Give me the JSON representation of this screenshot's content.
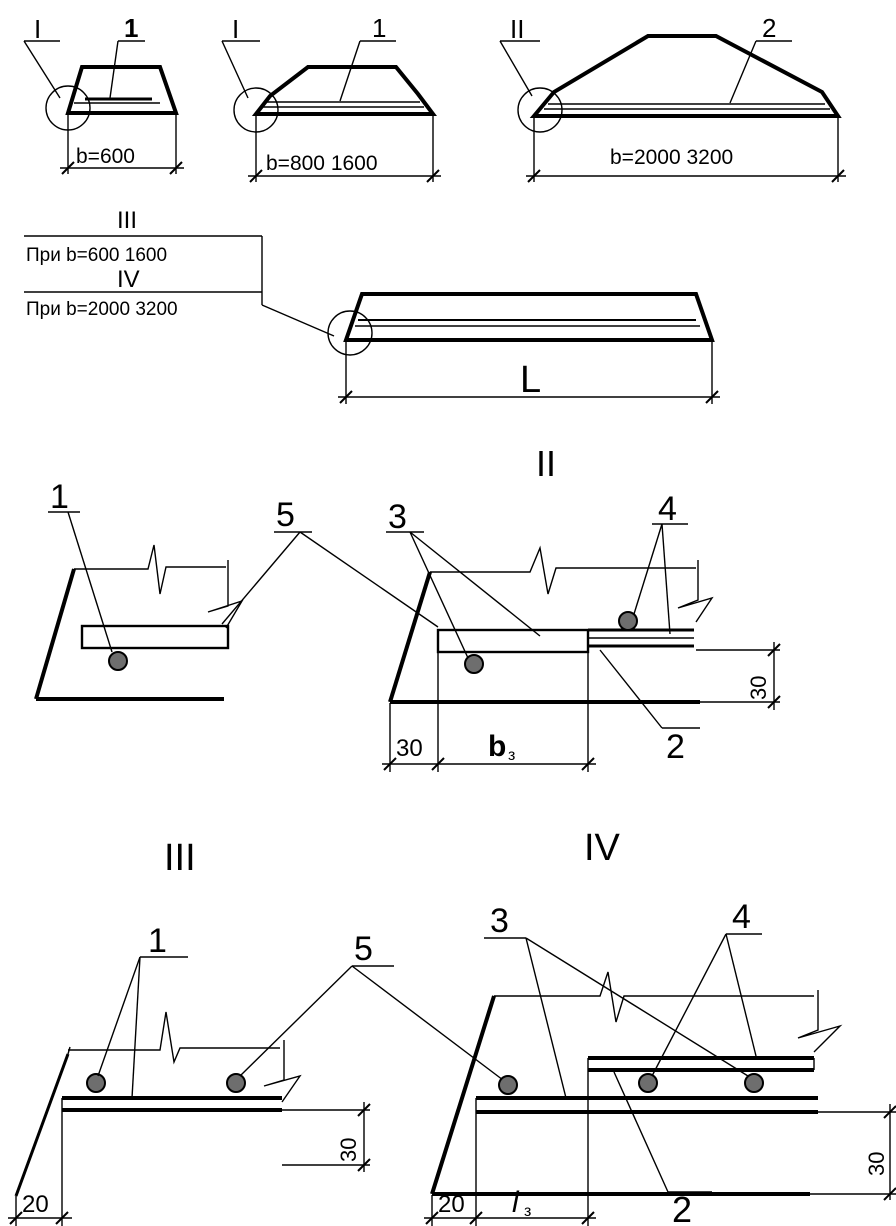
{
  "section_views": {
    "view1": {
      "callout": "I",
      "leader": "1",
      "width_dim": "b=600"
    },
    "view2": {
      "callout": "I",
      "leader": "1",
      "width_dim": "b=800  1600"
    },
    "view3": {
      "callout": "II",
      "leader": "2",
      "width_dim": "b=2000  3200"
    }
  },
  "note_box": {
    "line1": "III",
    "line2": "При b=600  1600",
    "line3": "IV",
    "line4": "При b=2000  3200"
  },
  "long_view": {
    "length_dim": "L"
  },
  "detail_II": {
    "title": "II",
    "left_labels": {
      "bar": "1",
      "edge": "5"
    },
    "right_labels": {
      "bar": "3",
      "top": "4",
      "bottom": "2"
    },
    "dims": {
      "cover": "30",
      "width": "b",
      "width_sub": "з",
      "height": "30"
    }
  },
  "detail_III": {
    "title": "III",
    "labels": {
      "bars": "1",
      "edge": "5"
    },
    "dims": {
      "cover": "20",
      "height": "30"
    }
  },
  "detail_IV": {
    "title": "IV",
    "labels": {
      "bottom": "3",
      "top": "4",
      "lower": "2"
    },
    "dims": {
      "cover": "20",
      "length": "l",
      "length_sub": "з",
      "height": "30"
    }
  }
}
